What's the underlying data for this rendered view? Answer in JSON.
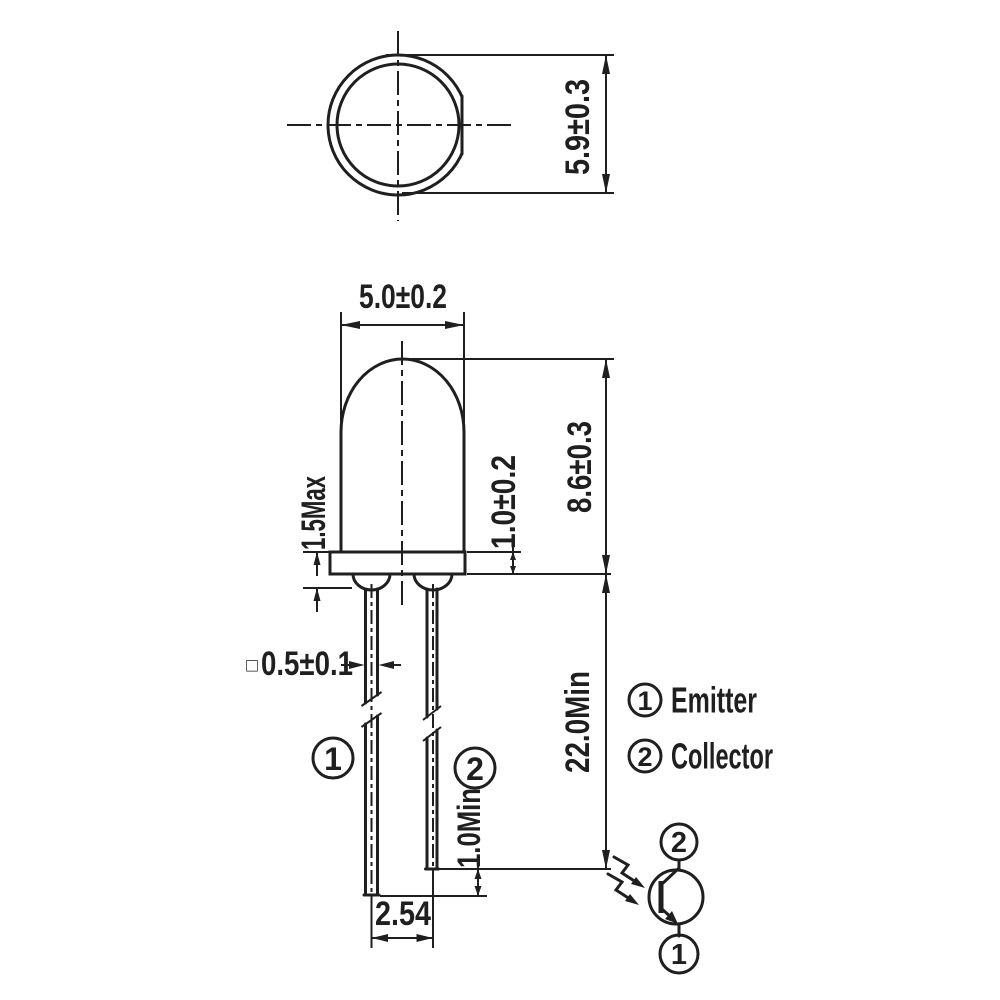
{
  "page": {
    "background": "#ffffff",
    "line_color": "#1f1f1f"
  },
  "top_view": {
    "diameter_dim": "5.9±0.3"
  },
  "side_view": {
    "width_dim": "5.0±0.2",
    "body_height_dim": "8.6±0.3",
    "flange_thickness_dim": "1.0±0.2",
    "flange_standoff_dim": "1.5Max",
    "lead_square_symbol": "□",
    "lead_section_dim": "0.5±0.1",
    "lead_length_dim": "22.0Min",
    "lead_tip_offset_dim": "1.0Min",
    "lead_pitch_dim": "2.54",
    "pin1": "1",
    "pin2": "2"
  },
  "legend": {
    "items": [
      {
        "num": "1",
        "label": "Emitter"
      },
      {
        "num": "2",
        "label": "Collector"
      }
    ]
  },
  "symbol": {
    "top_pin": "2",
    "bottom_pin": "1"
  }
}
